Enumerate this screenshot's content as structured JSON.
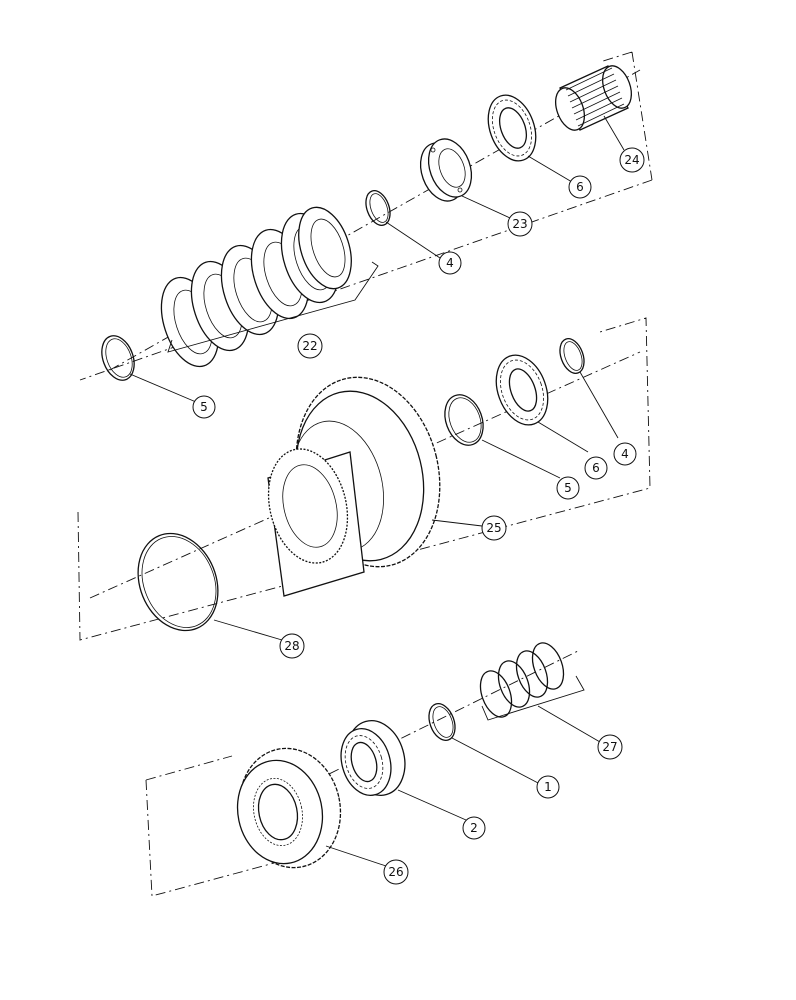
{
  "callouts": [
    {
      "id": "c24",
      "label": "24"
    },
    {
      "id": "c6a",
      "label": "6"
    },
    {
      "id": "c23",
      "label": "23"
    },
    {
      "id": "c4a",
      "label": "4"
    },
    {
      "id": "c22",
      "label": "22"
    },
    {
      "id": "c5a",
      "label": "5"
    },
    {
      "id": "c4b",
      "label": "4"
    },
    {
      "id": "c6b",
      "label": "6"
    },
    {
      "id": "c5b",
      "label": "5"
    },
    {
      "id": "c25",
      "label": "25"
    },
    {
      "id": "c28",
      "label": "28"
    },
    {
      "id": "c27",
      "label": "27"
    },
    {
      "id": "c1",
      "label": "1"
    },
    {
      "id": "c2",
      "label": "2"
    },
    {
      "id": "c26",
      "label": "26"
    }
  ]
}
